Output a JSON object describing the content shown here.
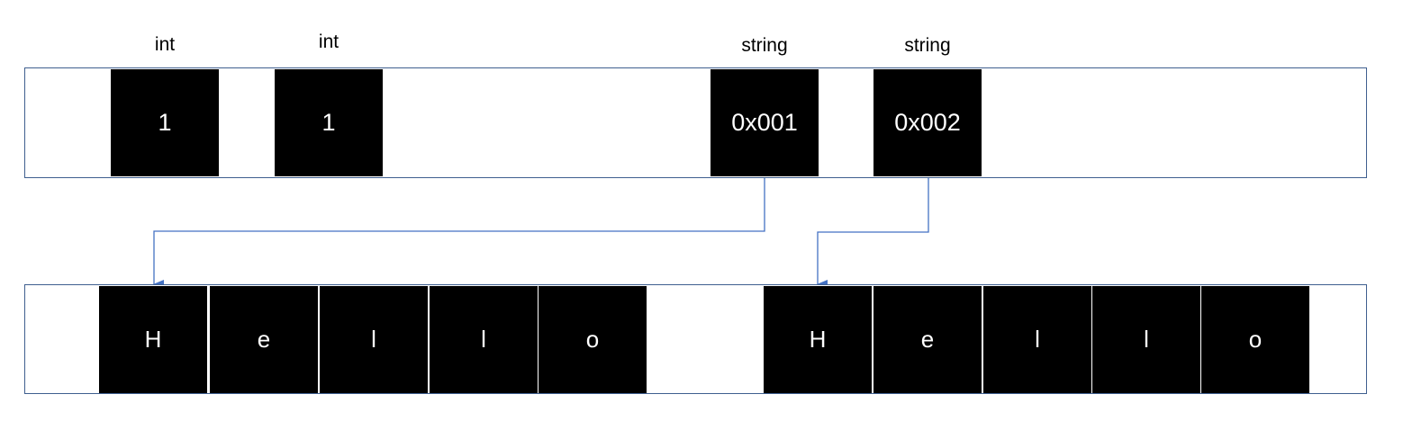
{
  "stack": {
    "cells": [
      {
        "type": "int",
        "value": "1"
      },
      {
        "type": "int",
        "value": "1"
      },
      {
        "type": "string",
        "value": "0x001"
      },
      {
        "type": "string",
        "value": "0x002"
      }
    ]
  },
  "heap": {
    "strings": [
      {
        "chars": [
          "H",
          "e",
          "l",
          "l",
          "o"
        ]
      },
      {
        "chars": [
          "H",
          "e",
          "l",
          "l",
          "o"
        ]
      }
    ]
  },
  "colors": {
    "cell_fill": "#000000",
    "cell_text": "#ffffff",
    "strip_border": "#3f5f8f",
    "arrow": "#4472c4"
  }
}
